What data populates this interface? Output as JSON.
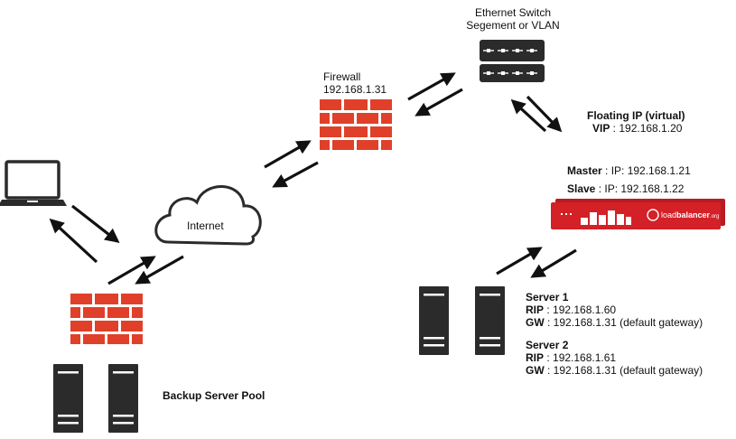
{
  "switch": {
    "line1": "Ethernet Switch",
    "line2": "Segement or VLAN"
  },
  "firewall": {
    "label": "Firewall",
    "ip": "192.168.1.31"
  },
  "internet": {
    "label": "Internet"
  },
  "floating": {
    "title": "Floating IP (virtual)",
    "vip_key": "VIP",
    "vip_value": " : 192.168.1.20"
  },
  "master": {
    "key": "Master",
    "value": " : IP: 192.168.1.21"
  },
  "slave": {
    "key": "Slave",
    "value": " : IP: 192.168.1.22"
  },
  "appliance": {
    "brand_prefix": "load",
    "brand_main": "balancer",
    "brand_suffix": ".org"
  },
  "server1": {
    "title": "Server 1",
    "rip_key": "RIP",
    "rip_value": " : 192.168.1.60",
    "gw_key": "GW",
    "gw_value": " : 192.168.1.31 (default gateway)"
  },
  "server2": {
    "title": "Server 2",
    "rip_key": "RIP",
    "rip_value": " : 192.168.1.61",
    "gw_key": "GW",
    "gw_value": " : 192.168.1.31 (default gateway)"
  },
  "backup": {
    "label": "Backup Server Pool"
  },
  "colors": {
    "firewall_red": "#e0402a",
    "server_dark": "#2b2b2b",
    "arrow": "#111111",
    "appliance_red": "#d42027"
  }
}
